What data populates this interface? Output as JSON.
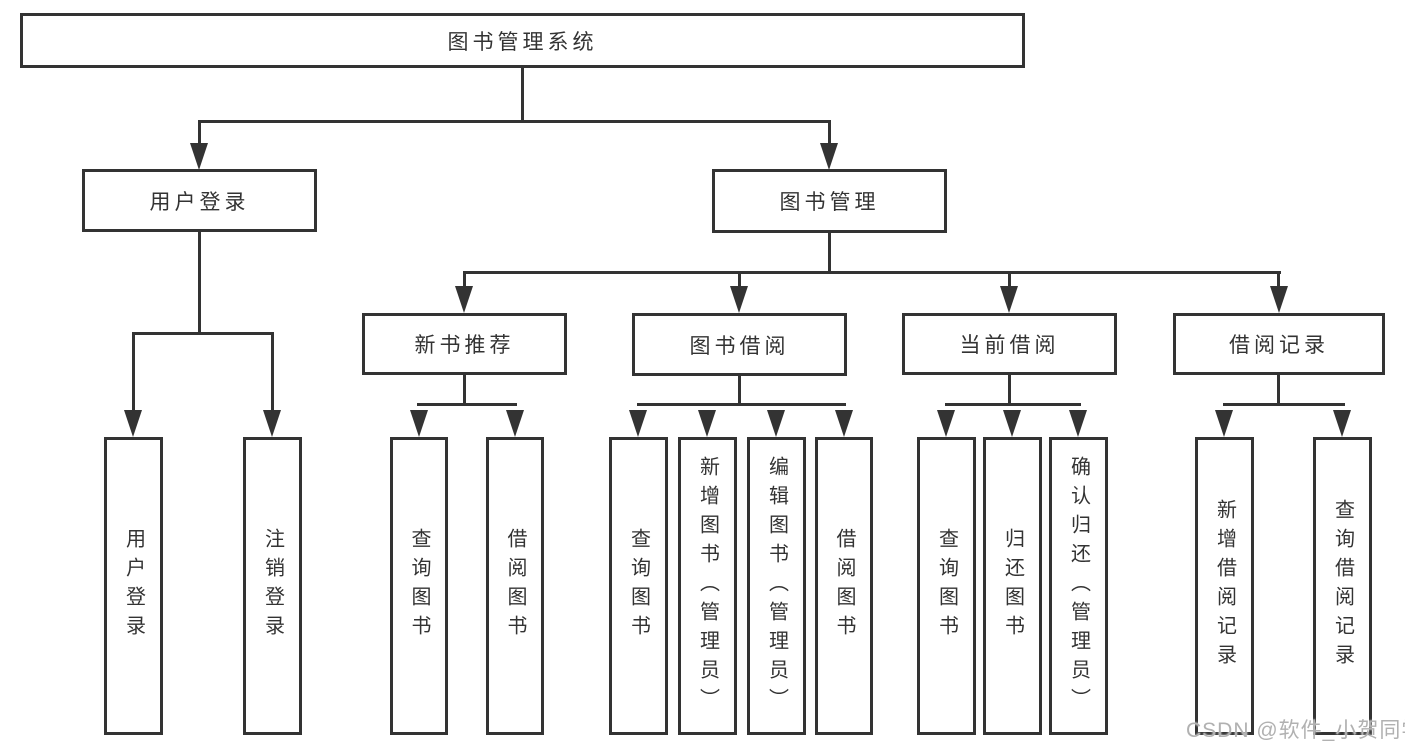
{
  "diagram_title": "图书管理系统",
  "colors": {
    "line": "#333333",
    "background": "#ffffff",
    "watermark": "#b1b1b1"
  },
  "watermark": {
    "text": "CSDN @软件_小贺同学"
  },
  "tree": {
    "root": "图书管理系统",
    "branches": [
      {
        "label": "用户登录",
        "leaves": [
          "用户登录",
          "注销登录"
        ]
      },
      {
        "label": "图书管理",
        "sections": [
          {
            "label": "新书推荐",
            "leaves": [
              "查询图书",
              "借阅图书"
            ]
          },
          {
            "label": "图书借阅",
            "leaves": [
              "查询图书",
              "新增图书（管理员）",
              "编辑图书（管理员）",
              "借阅图书"
            ]
          },
          {
            "label": "当前借阅",
            "leaves": [
              "查询图书",
              "归还图书",
              "确认归还（管理员）"
            ]
          },
          {
            "label": "借阅记录",
            "leaves": [
              "新增借阅记录",
              "查询借阅记录"
            ]
          }
        ]
      }
    ]
  }
}
